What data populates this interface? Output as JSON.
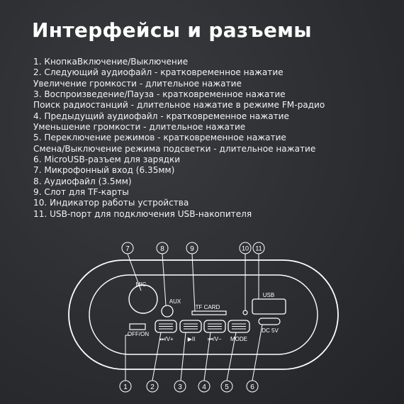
{
  "title": "Интерфейсы и разъемы",
  "legend": [
    "1. КнопкаВключение/Выключение",
    "2. Следующий аудиофайл - кратковременное нажатие",
    "Увеличение громкости - длительное нажатие",
    "3. Воспроизведение/Пауза - кратковременное нажатие",
    "Поиск радиостанций - длительное нажатие в режиме FM-радио",
    "4. Предыдущий аудиофайл - кратковременное нажатие",
    "Уменьшение громкости - длительное нажатие",
    "5. Переключение режимов - кратковременное нажатие",
    "Смена/Выключение режима подсветки - длительное нажатие",
    "6. MicroUSB-разъем для зарядки",
    "7. Микрофонный вход (6.35мм)",
    "8. Аудиофайл (3.5мм)",
    "9. Слот для TF-карты",
    "10. Индикатор работы устройства",
    "11. USB-порт для подключения USB-накопителя"
  ],
  "panel": {
    "mic": "MIC",
    "aux": "AUX",
    "tf_card": "TF CARD",
    "usb": "USB",
    "off_on": "OFF/ON",
    "dc": "DC 5V",
    "btn_next": "⏭/V+",
    "btn_play": "▶II",
    "btn_prev": "⏮/V−",
    "btn_mode": "MODE"
  },
  "callouts": {
    "c1": "1",
    "c2": "2",
    "c3": "3",
    "c4": "4",
    "c5": "5",
    "c6": "6",
    "c7": "7",
    "c8": "8",
    "c9": "9",
    "c10": "10",
    "c11": "11"
  },
  "colors": {
    "background": "#2e2f32",
    "line": "#ffffff",
    "text": "#ffffff"
  }
}
